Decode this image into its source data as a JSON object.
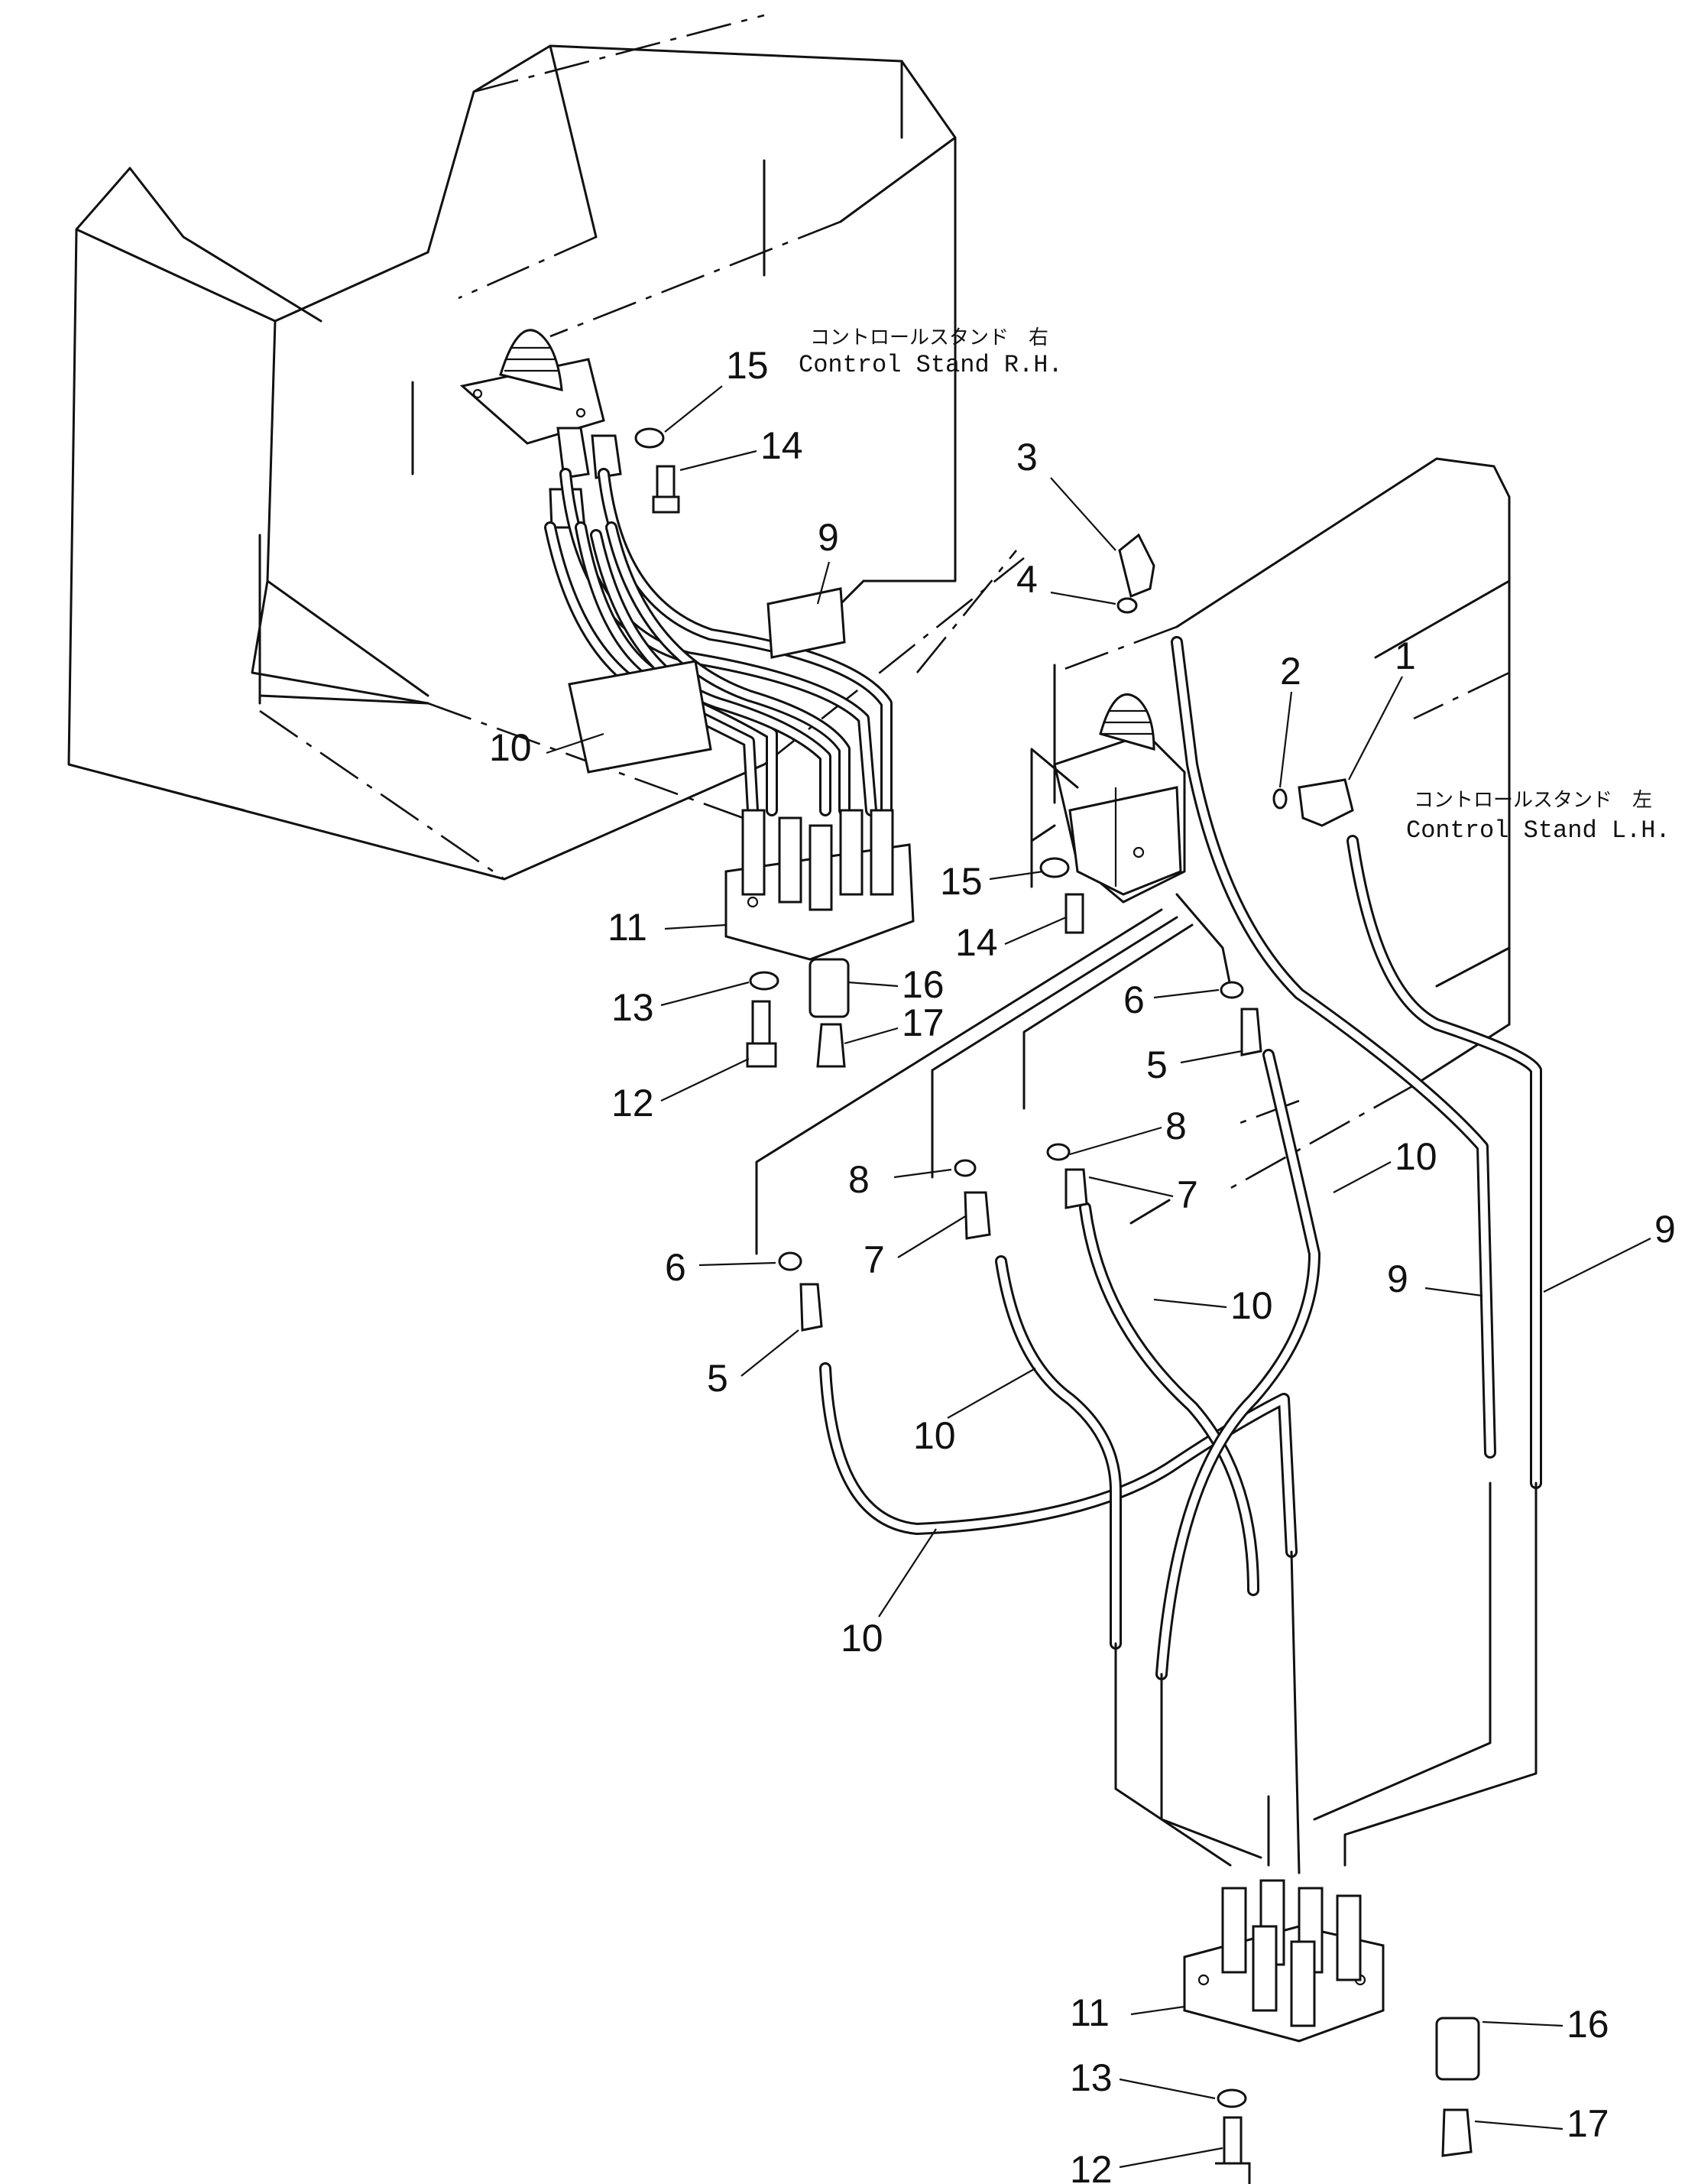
{
  "labels": {
    "right_stand_jp": "コントロールスタンド　右",
    "right_stand_en": "Control Stand R.H.",
    "left_stand_jp": "コントロールスタンド　左",
    "left_stand_en": "Control Stand L.H."
  },
  "callouts": [
    "1",
    "2",
    "3",
    "4",
    "5",
    "6",
    "7",
    "8",
    "9",
    "10",
    "11",
    "12",
    "13",
    "14",
    "15",
    "16",
    "17"
  ]
}
